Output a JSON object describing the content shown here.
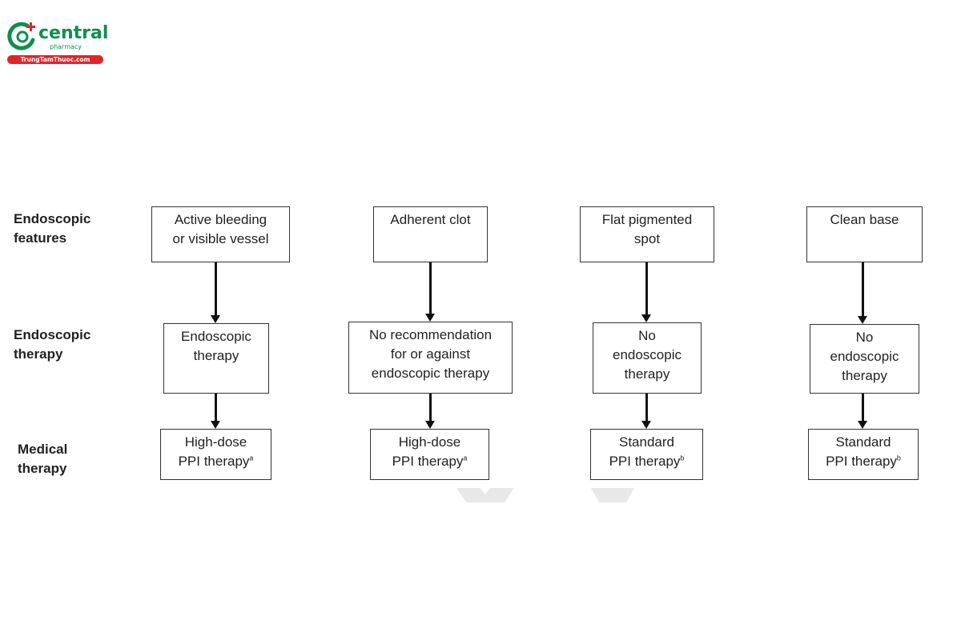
{
  "logo": {
    "brand": "central",
    "sub": "pharmacy",
    "url": "TrungTamThuoc.com",
    "colors": {
      "green": "#0f8f4e",
      "red": "#e2232a"
    }
  },
  "rows": [
    {
      "line1": "Endoscopic",
      "line2": "features"
    },
    {
      "line1": "Endoscopic",
      "line2": "therapy"
    },
    {
      "line1": "Medical",
      "line2": "therapy"
    }
  ],
  "columns": [
    {
      "feature": [
        "Active bleeding",
        "or visible vessel"
      ],
      "therapy": [
        "Endoscopic",
        "therapy"
      ],
      "medical": {
        "line1": "High-dose",
        "line2": "PPI therapy",
        "note": "a"
      }
    },
    {
      "feature": [
        "Adherent clot"
      ],
      "therapy": [
        "No recommendation",
        "for or against",
        "endoscopic therapy"
      ],
      "medical": {
        "line1": "High-dose",
        "line2": "PPI therapy",
        "note": "a"
      }
    },
    {
      "feature": [
        "Flat pigmented",
        "spot"
      ],
      "therapy": [
        "No",
        "endoscopic",
        "therapy"
      ],
      "medical": {
        "line1": "Standard",
        "line2": "PPI therapy",
        "note": "b"
      }
    },
    {
      "feature": [
        "Clean base"
      ],
      "therapy": [
        "No",
        "endoscopic",
        "therapy"
      ],
      "medical": {
        "line1": "Standard",
        "line2": "PPI therapy",
        "note": "b"
      }
    }
  ]
}
